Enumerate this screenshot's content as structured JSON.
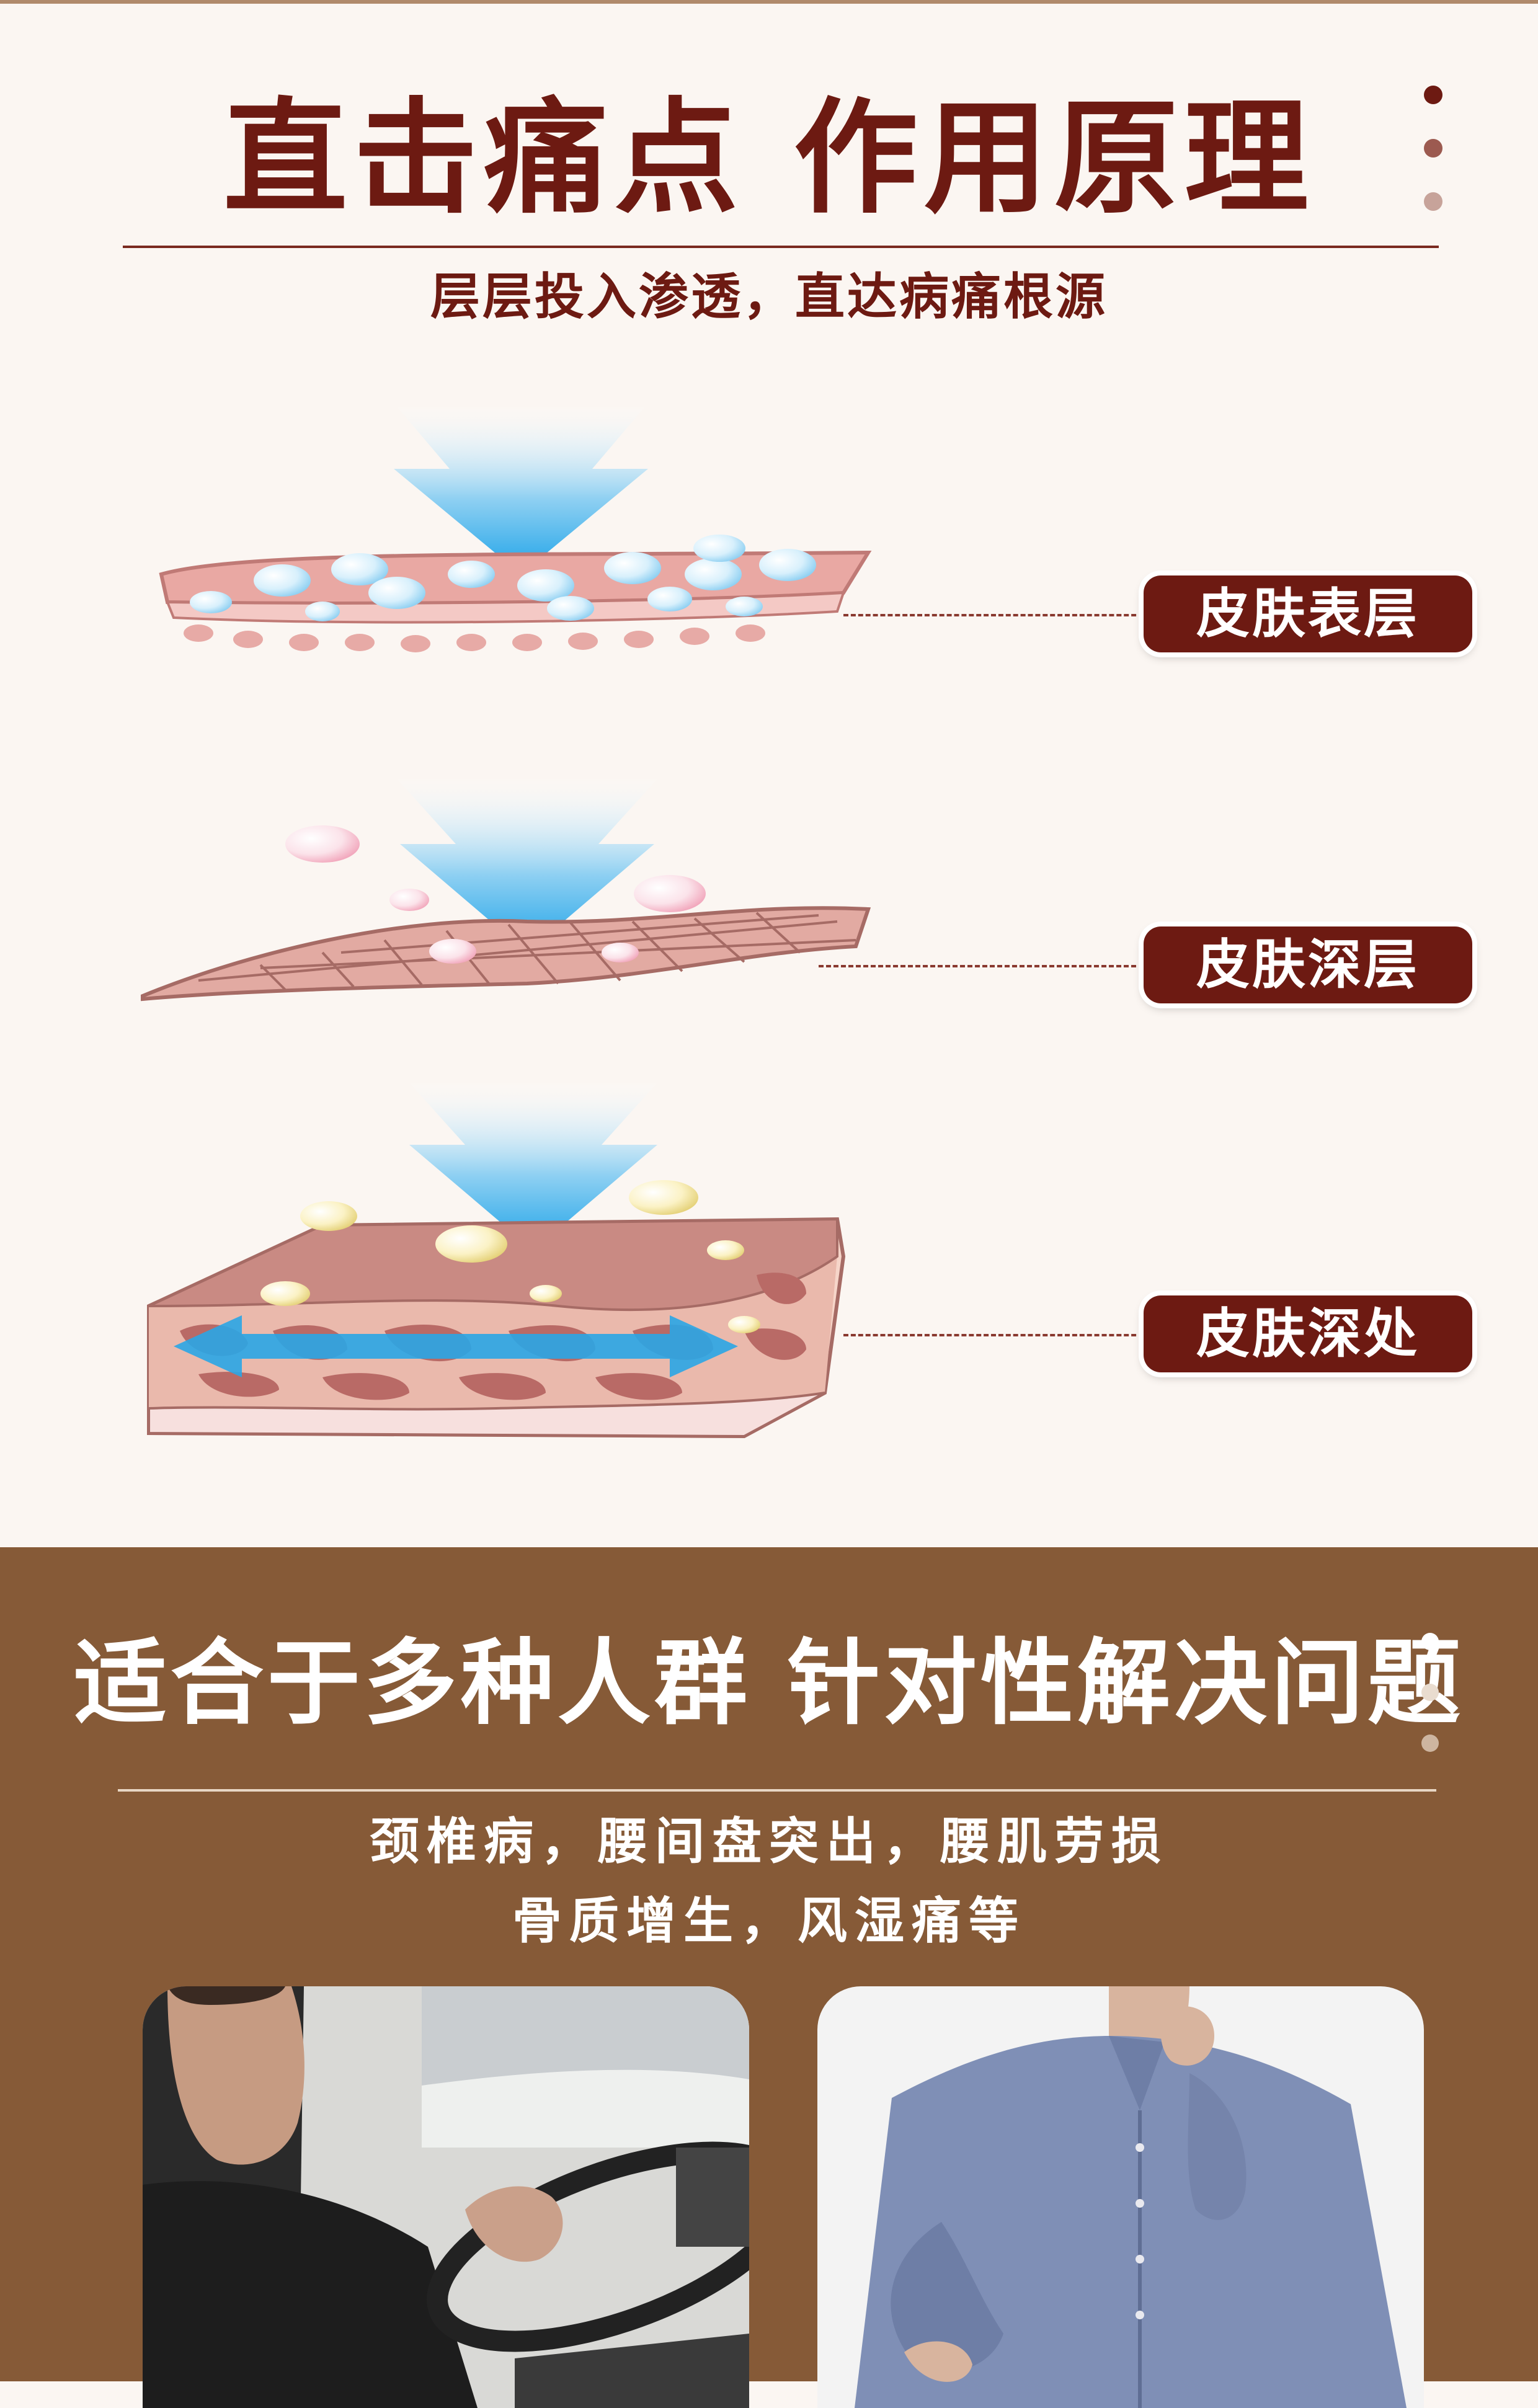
{
  "section1": {
    "title": "直击痛点 作用原理",
    "subtitle": "层层投入渗透，直达病痛根源",
    "layers": [
      {
        "label": "皮肤表层"
      },
      {
        "label": "皮肤深层"
      },
      {
        "label": "皮肤深处"
      }
    ],
    "colors": {
      "accent": "#6d1a12",
      "background": "#fbf6f2"
    }
  },
  "section2": {
    "title": "适合于多种人群 针对性解决问题",
    "subtitle_line1": "颈椎病，腰间盘突出，腰肌劳损",
    "subtitle_line2": "骨质增生，风湿痛等",
    "colors": {
      "background": "#865a37",
      "text": "#ffffff"
    }
  }
}
